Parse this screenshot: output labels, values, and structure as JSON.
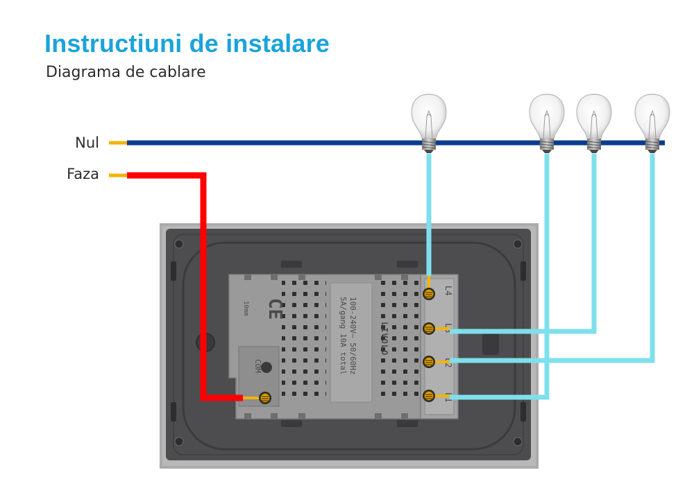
{
  "header": {
    "title": "Instructiuni de instalare",
    "subtitle": "Diagrama de cablare"
  },
  "wires": {
    "neutral_label": "Nul",
    "phase_label": "Faza"
  },
  "device": {
    "brand": "LIVOLO",
    "rating_line1": "100-240V~  50/60Hz",
    "rating_line2": "5A/gang 10A total",
    "ce_mark": "CE",
    "strip_mark": "10mm",
    "com_label": "COM",
    "terminals": [
      "L4",
      "L3",
      "L2",
      "L1"
    ]
  },
  "colors": {
    "title": "#1aa3dc",
    "neutral_wire": "#0a3d8f",
    "phase_wire": "#ff0000",
    "load_wire": "#7ee0ec",
    "copper_tip": "#f4b400",
    "frame": "#a9a9a9",
    "back_plate": "#4b4b4d",
    "module": "#9a9a9a"
  },
  "icons": [
    "light-bulb-icon",
    "screw-terminal-icon"
  ]
}
